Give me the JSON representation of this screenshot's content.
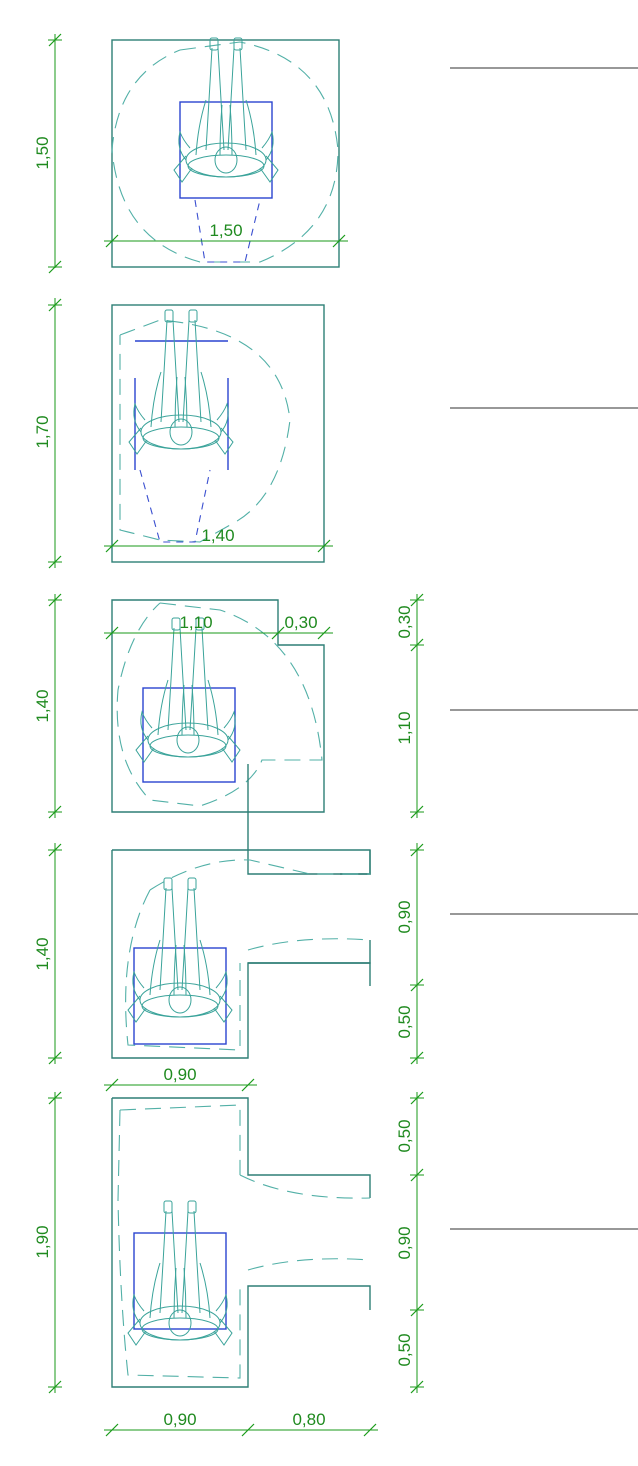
{
  "panels": [
    {
      "id": "p1",
      "height_label": "1,50",
      "width_label": "1,50"
    },
    {
      "id": "p2",
      "height_label": "1,70",
      "width_label": "1,40"
    },
    {
      "id": "p3",
      "height_label": "1,40",
      "width_label": "1,10",
      "offset_label": "0,30",
      "right_labels": [
        "0,30",
        "1,10"
      ]
    },
    {
      "id": "p4",
      "height_label": "1,40",
      "right_labels": [
        "0,90",
        "0,50"
      ],
      "bottom_labels": [
        "0,90"
      ]
    },
    {
      "id": "p5",
      "height_label": "1,90",
      "right_labels": [
        "0,50",
        "0,90",
        "0,50"
      ],
      "bottom_labels": [
        "0,90",
        "0,80"
      ]
    }
  ],
  "colors": {
    "wall": "#2e7f76",
    "turning_circle": "#52b0a7",
    "wheelchair": "#2a44d0",
    "dimension": "#1a9a1a",
    "ruler": "#777777"
  }
}
